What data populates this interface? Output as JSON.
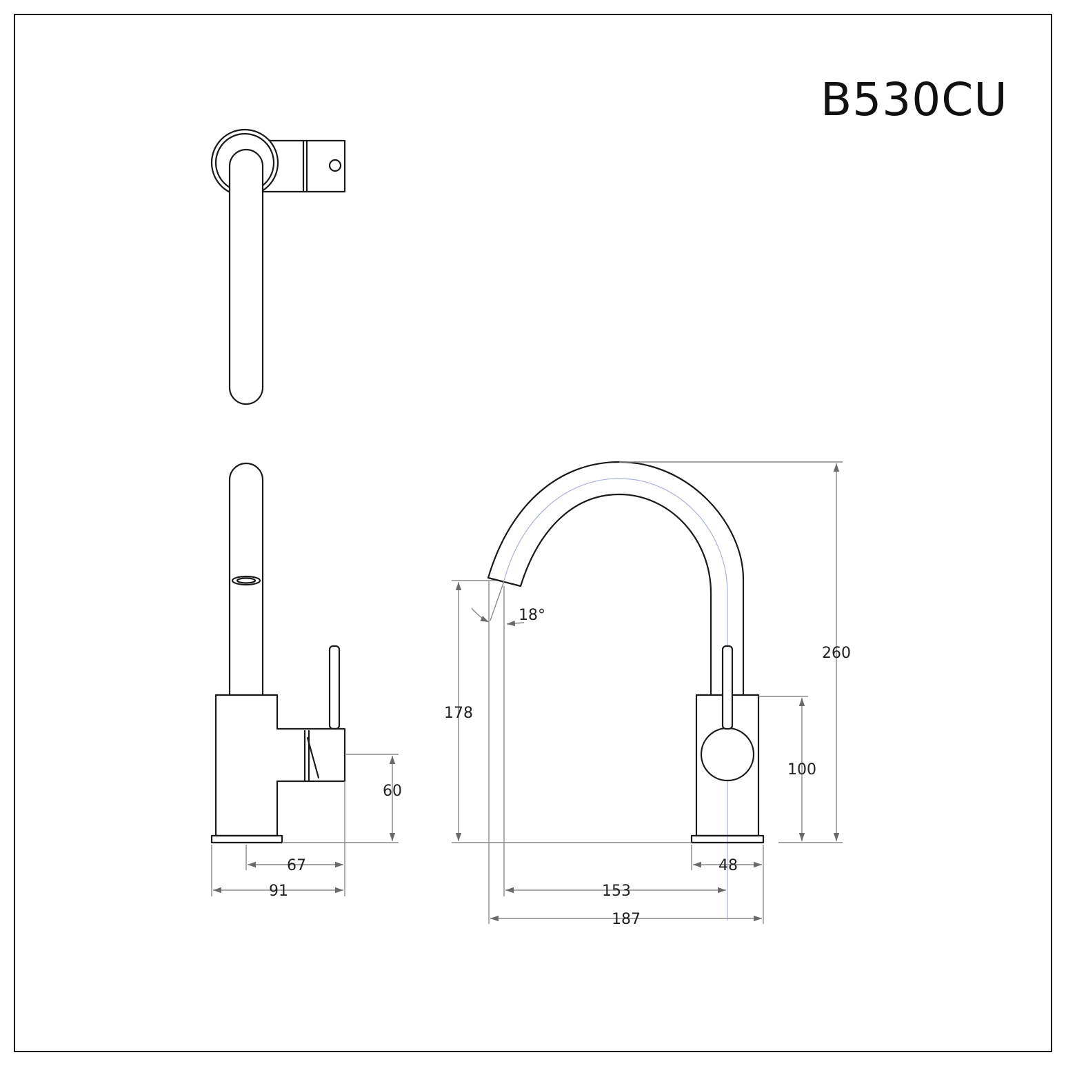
{
  "title": {
    "model_code": "B530CU"
  },
  "dimensions": {
    "side_view": {
      "outlet_height": "60",
      "handle_offset": "67",
      "overall_depth": "91"
    },
    "front_view": {
      "overall_height": "260",
      "spout_height": "178",
      "body_height": "100",
      "base_diameter": "48",
      "spout_reach": "153",
      "overall_length": "187",
      "spout_angle": "18°"
    }
  }
}
